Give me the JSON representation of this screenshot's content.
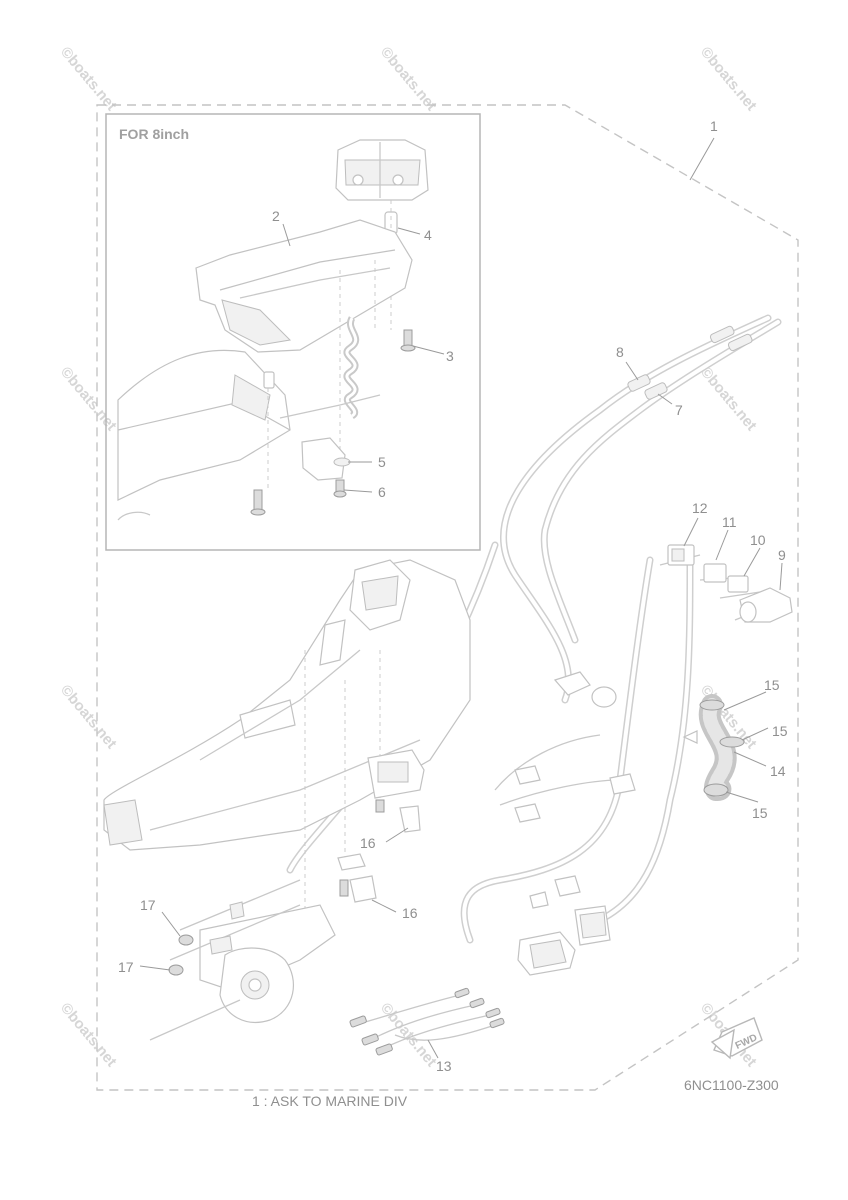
{
  "inset_label": "FOR 8inch",
  "footnote": "1 : ASK TO MARINE DIV",
  "diagram_code": "6NC1100-Z300",
  "fwd_label": "FWD",
  "watermark": "©boats.net",
  "callouts": [
    "1",
    "2",
    "3",
    "4",
    "5",
    "6",
    "7",
    "8",
    "9",
    "10",
    "11",
    "12",
    "13",
    "14",
    "15",
    "15",
    "15",
    "16",
    "16",
    "17",
    "17"
  ]
}
